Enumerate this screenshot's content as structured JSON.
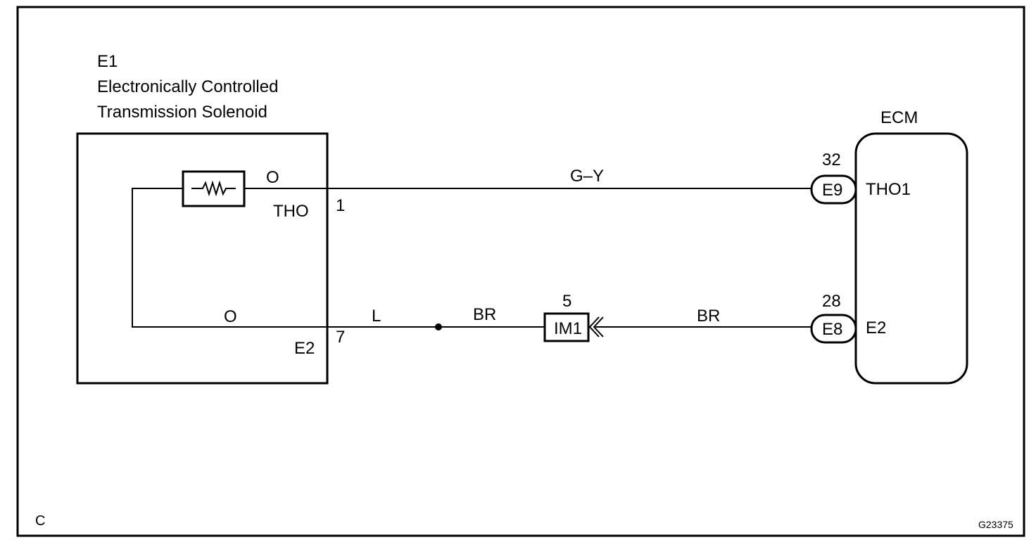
{
  "solenoid": {
    "code": "E1",
    "title_line1": "Electronically Controlled",
    "title_line2": "Transmission Solenoid",
    "wire_top": "O",
    "wire_bottom": "O",
    "terminal_tho": "THO",
    "terminal_e2": "E2",
    "pin_tho": "1",
    "pin_e2": "7"
  },
  "ecm": {
    "name": "ECM",
    "terminal_tho1": "THO1",
    "terminal_e2": "E2",
    "pin_tho1": "32",
    "pin_e2": "28",
    "connector_tho1": "E9",
    "connector_e2": "E8"
  },
  "wires": {
    "top_color": "G–Y",
    "bottom_left_color": "L",
    "bottom_mid_color": "BR",
    "bottom_right_color": "BR"
  },
  "junction": {
    "name": "IM1",
    "pin": "5"
  },
  "corner_letter": "C",
  "figure_code": "G23375"
}
